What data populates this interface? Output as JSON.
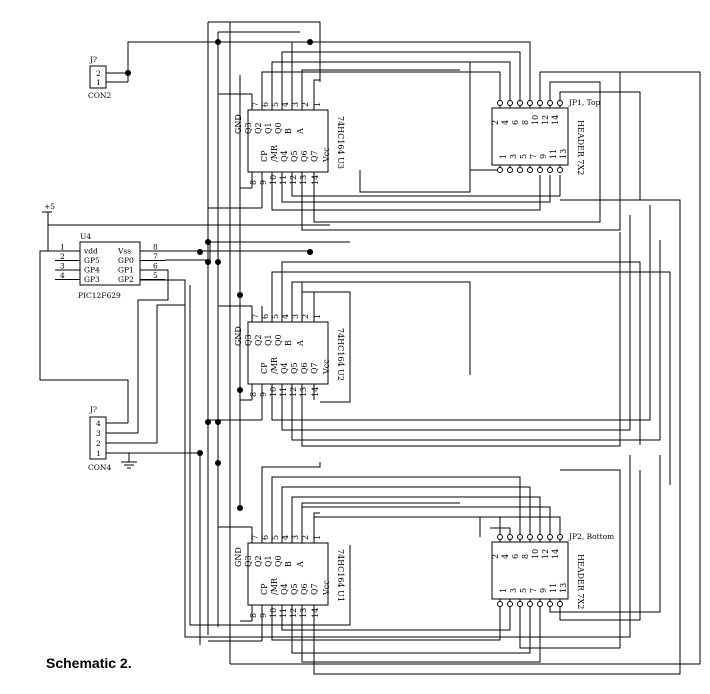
{
  "caption": "Schematic 2.",
  "power_label": "+5",
  "u4": {
    "ref": "U4",
    "part": "PIC12F629",
    "left": [
      {
        "num": "1",
        "name": "vdd"
      },
      {
        "num": "2",
        "name": "GP5"
      },
      {
        "num": "3",
        "name": "GP4"
      },
      {
        "num": "4",
        "name": "GP3"
      }
    ],
    "right": [
      {
        "num": "8",
        "name": "Vss"
      },
      {
        "num": "7",
        "name": "GP0"
      },
      {
        "num": "6",
        "name": "GP1"
      },
      {
        "num": "5",
        "name": "GP2"
      }
    ]
  },
  "shift_register": {
    "part": "74HC164",
    "refs": [
      "U1",
      "U2",
      "U3"
    ],
    "top_pins": [
      {
        "num": "7",
        "name": "GND"
      },
      {
        "num": "6",
        "name": "Q3"
      },
      {
        "num": "5",
        "name": "Q2"
      },
      {
        "num": "4",
        "name": "Q1"
      },
      {
        "num": "3",
        "name": "Q0"
      },
      {
        "num": "2",
        "name": "B"
      },
      {
        "num": "1",
        "name": "A"
      }
    ],
    "bottom_pins": [
      {
        "num": "8",
        "name": "CP"
      },
      {
        "num": "9",
        "name": "/MR"
      },
      {
        "num": "10",
        "name": "Q4"
      },
      {
        "num": "11",
        "name": "Q5"
      },
      {
        "num": "12",
        "name": "Q6"
      },
      {
        "num": "13",
        "name": "Q7"
      },
      {
        "num": "14",
        "name": "Vcc"
      }
    ]
  },
  "headers": {
    "part": "HEADER 7X2",
    "top_row": [
      "2",
      "4",
      "6",
      "8",
      "10",
      "12",
      "14"
    ],
    "bottom_row": [
      "1",
      "3",
      "5",
      "7",
      "9",
      "11",
      "13"
    ],
    "jp1": "JP1, Top",
    "jp2": "JP2, Bottom"
  },
  "con2": {
    "ref": "J?",
    "part": "CON2",
    "pins": [
      "2",
      "1"
    ]
  },
  "con4": {
    "ref": "J?",
    "part": "CON4",
    "pins": [
      "4",
      "3",
      "2",
      "1"
    ]
  }
}
